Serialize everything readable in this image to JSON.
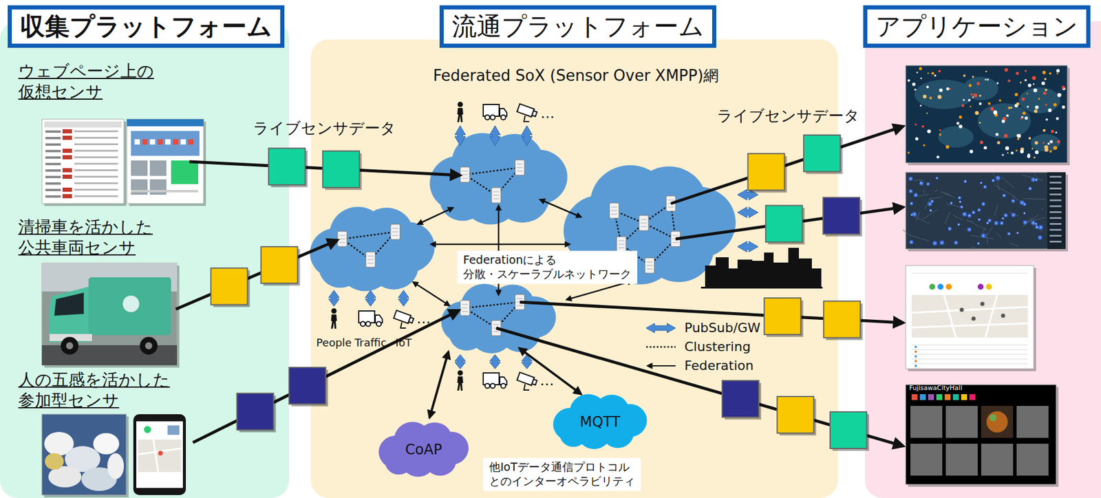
{
  "diagram": {
    "nodes": [
      {
        "text": [
          "収集プラットフォーム"
        ]
      },
      {
        "text": [
          "ウェブページ上の 仮想センサ"
        ],
        "in": 0
      },
      {
        "text": [
          "清掃車を活かした 公共車両センサ"
        ],
        "in": 0
      },
      {
        "text": [
          "人の五感を活かした 参加型センサ"
        ],
        "in": 0
      },
      {
        "text": [
          "流通プラットフォーム",
          "Federated SoX (Sensor Over XMPP)網"
        ]
      },
      {
        "text": [
          "Federationによる 分散・スケーラブルネットワーク"
        ],
        "in": 4
      },
      {
        "text": [
          "CoAP"
        ],
        "in": 4
      },
      {
        "text": [
          "MQTT"
        ],
        "in": 4
      },
      {
        "text": [
          "他IoTデータ通信プロトコル とのインターオペラビリティ"
        ],
        "in": 4
      },
      {
        "text": [
          "アプリケーション"
        ]
      }
    ],
    "labels": [
      "ライブセンサデータ",
      "ライブセンサデータ",
      "…",
      "People",
      "Traffic",
      "IoT",
      "…",
      "…",
      "FujisawaCityHall"
    ],
    "legend": [
      {
        "text": "PubSub/GW"
      },
      {
        "text": "Clustering"
      },
      {
        "text": "Federation"
      }
    ]
  }
}
